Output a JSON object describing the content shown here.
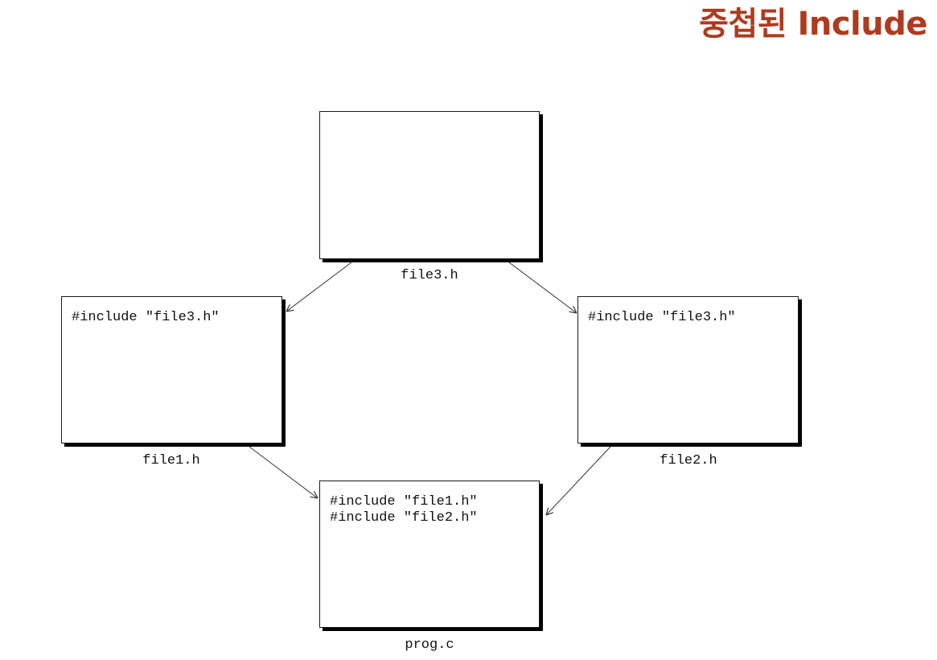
{
  "title": "중첩된 Include",
  "colors": {
    "title": "#b03a1d",
    "box_border": "#1a1a1a",
    "box_shadow": "#000000",
    "arrow": "#333333",
    "text": "#111111"
  },
  "files": {
    "file3": {
      "name": "file3.h",
      "lines": []
    },
    "file1": {
      "name": "file1.h",
      "lines": [
        "#include \"file3.h\""
      ]
    },
    "file2": {
      "name": "file2.h",
      "lines": [
        "#include \"file3.h\""
      ]
    },
    "prog": {
      "name": "prog.c",
      "lines": [
        "#include \"file1.h\"",
        "#include \"file2.h\""
      ]
    }
  },
  "includes": [
    {
      "from": "file3.h",
      "to": "file1.h"
    },
    {
      "from": "file3.h",
      "to": "file2.h"
    },
    {
      "from": "file1.h",
      "to": "prog.c"
    },
    {
      "from": "file2.h",
      "to": "prog.c"
    }
  ]
}
